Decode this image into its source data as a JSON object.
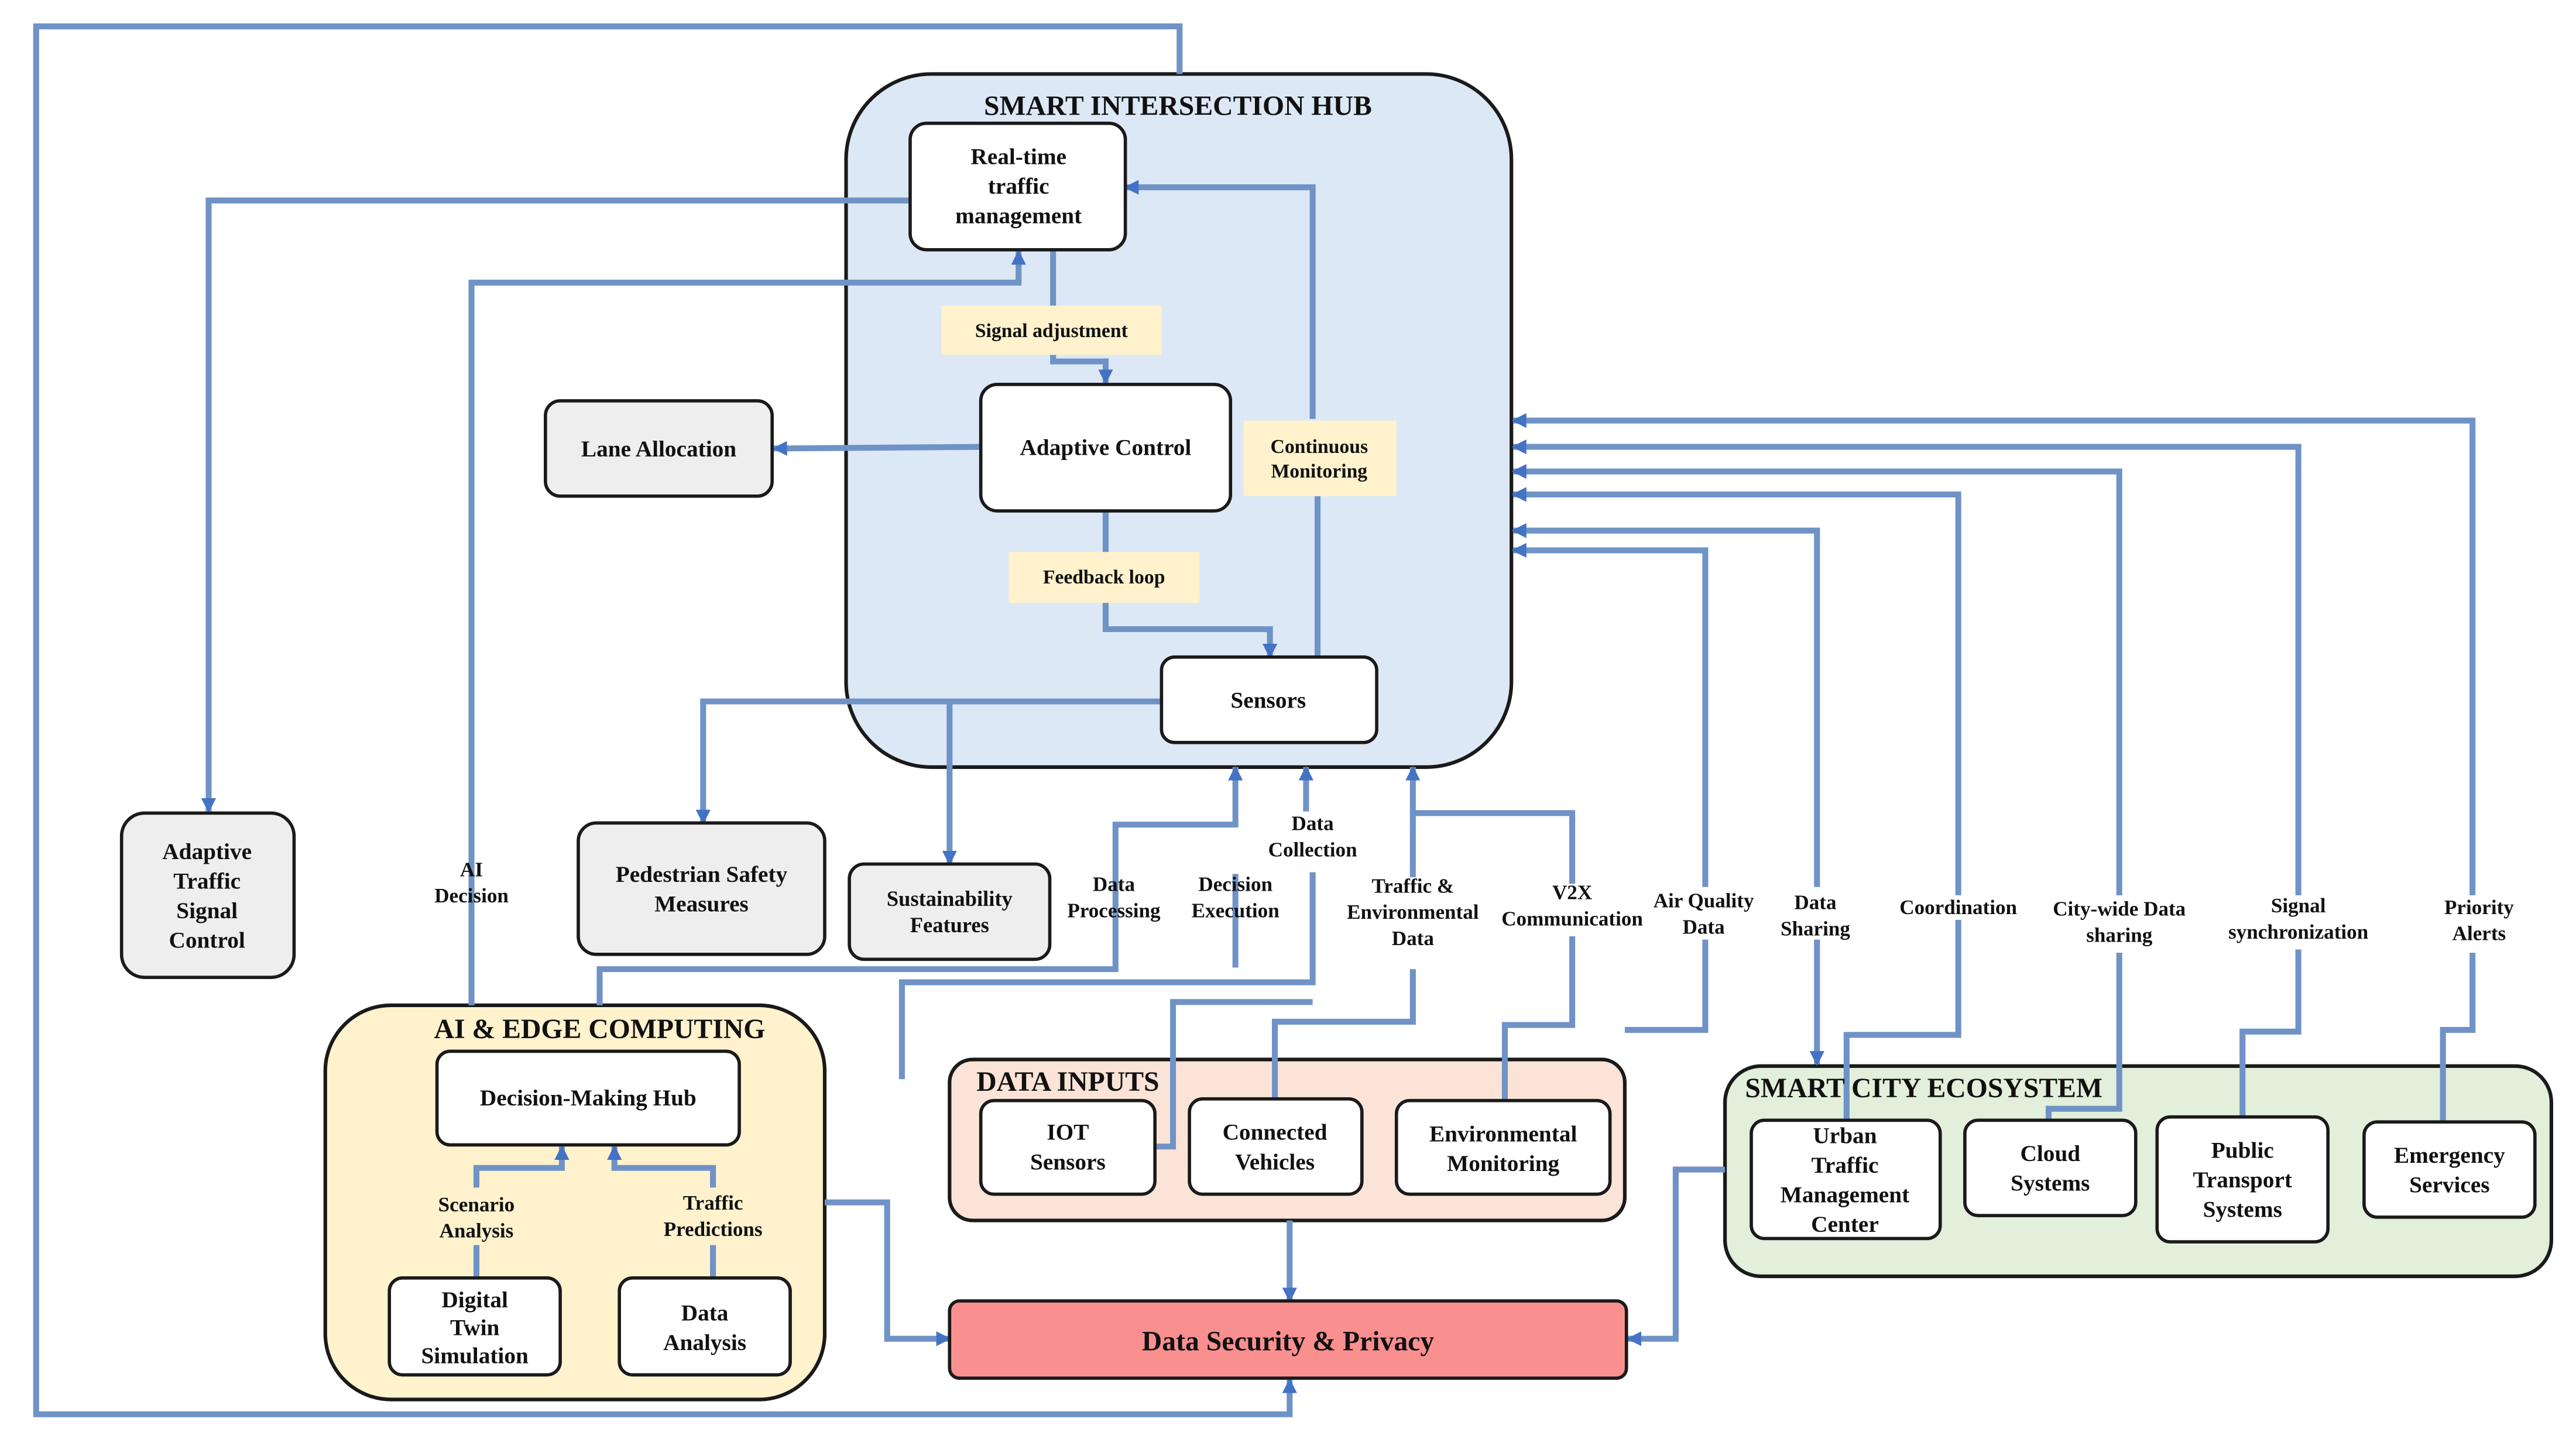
{
  "groups": {
    "hub": "SMART INTERSECTION HUB",
    "ai": "AI & EDGE COMPUTING",
    "inputs": "DATA INPUTS",
    "ecosystem": "SMART CITY ECOSYSTEM"
  },
  "nodes": {
    "rtm": [
      "Real-time",
      "traffic",
      "management"
    ],
    "adaptive_control": [
      "Adaptive Control"
    ],
    "sensors": [
      "Sensors"
    ],
    "lane_allocation": [
      "Lane Allocation"
    ],
    "adaptive_signal": [
      "Adaptive",
      "Traffic",
      "Signal",
      "Control"
    ],
    "pedestrian": [
      "Pedestrian Safety",
      "Measures"
    ],
    "sustainability": [
      "Sustainability",
      "Features"
    ],
    "decision_hub": [
      "Decision-Making Hub"
    ],
    "digital_twin": [
      "Digital",
      "Twin",
      "Simulation"
    ],
    "data_analysis": [
      "Data",
      "Analysis"
    ],
    "iot": [
      "IOT",
      "Sensors"
    ],
    "vehicles": [
      "Connected",
      "Vehicles"
    ],
    "env_monitoring": [
      "Environmental",
      "Monitoring"
    ],
    "security": [
      "Data Security & Privacy"
    ],
    "utmc": [
      "Urban",
      "Traffic",
      "Management",
      "Center"
    ],
    "cloud": [
      "Cloud",
      "Systems"
    ],
    "transport": [
      "Public",
      "Transport",
      "Systems"
    ],
    "emergency": [
      "Emergency",
      "Services"
    ]
  },
  "tags": {
    "signal_adjustment": "Signal adjustment",
    "continuous_monitoring": [
      "Continuous",
      "Monitoring"
    ],
    "feedback_loop": "Feedback loop"
  },
  "labels": {
    "ai_decision": [
      "AI",
      "Decision"
    ],
    "data_collection": [
      "Data",
      "Collection"
    ],
    "data_processing": [
      "Data",
      "Processing"
    ],
    "decision_execution": [
      "Decision",
      "Execution"
    ],
    "traffic_env": [
      "Traffic &",
      "Environmental",
      "Data"
    ],
    "v2x": [
      "V2X",
      "Communication"
    ],
    "air_quality": [
      "Air Quality",
      "Data"
    ],
    "data_sharing": [
      "Data",
      "Sharing"
    ],
    "coordination": [
      "Coordination"
    ],
    "citywide": [
      "City-wide Data",
      "sharing"
    ],
    "signal_sync": [
      "Signal",
      "synchronization"
    ],
    "priority": [
      "Priority",
      "Alerts"
    ],
    "scenario": [
      "Scenario",
      "Analysis"
    ],
    "predictions": [
      "Traffic",
      "Predictions"
    ]
  },
  "colors": {
    "hub_fill": "#dde8f6",
    "ai_fill": "#fff2cd",
    "inputs_fill": "#fbe4d7",
    "ecosystem_fill": "#e2efda",
    "node_fill": "#ffffff",
    "outer_node_fill": "#eeeeee",
    "security_fill": "#fa8f8f",
    "tag_fill": "#fff2cc",
    "connector": "#6f93c6",
    "arrow": "#4472c4"
  }
}
